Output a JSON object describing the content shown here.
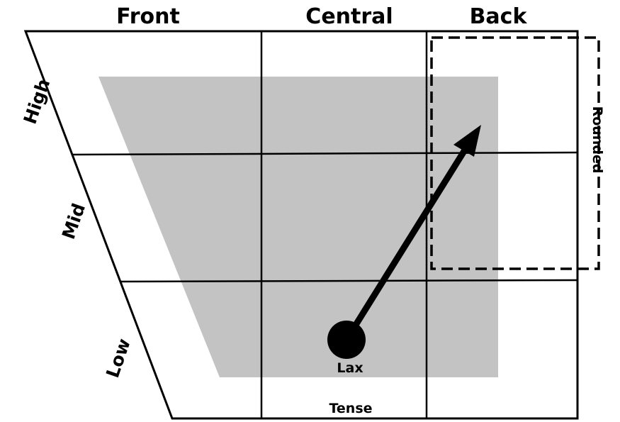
{
  "columns": {
    "front": "Front",
    "central": "Central",
    "back": "Back"
  },
  "rows": {
    "high": "High",
    "mid": "Mid",
    "low": "Low"
  },
  "labels": {
    "lax": "Lax",
    "tense": "Tense",
    "rounded": "Rounded"
  },
  "colors": {
    "lax_region": "#c3c3c3",
    "lines": "#000000",
    "background": "#ffffff"
  }
}
